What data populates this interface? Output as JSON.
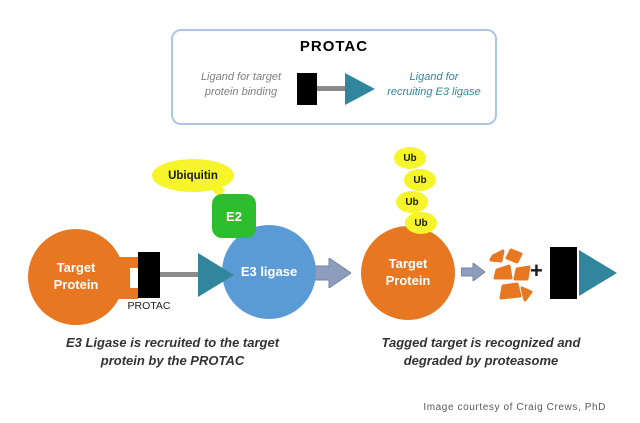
{
  "legend": {
    "title": "PROTAC",
    "left_label": "Ligand for target\nprotein binding",
    "right_label": "Ligand for\nrecruiting E3 ligase"
  },
  "left_scene": {
    "target_label": "Target\nProtein",
    "protac_label": "PROTAC",
    "e3_label": "E3 ligase",
    "e2_label": "E2",
    "ubiquitin_label": "Ubiquitin",
    "caption": "E3 Ligase is recruited to the target\nprotein by the PROTAC"
  },
  "right_scene": {
    "target_label": "Target\nProtein",
    "ub_labels": [
      "Ub",
      "Ub",
      "Ub",
      "Ub"
    ],
    "plus": "+",
    "caption": "Tagged target is recognized and\ndegraded by proteasome"
  },
  "credit": "Image courtesy of Craig Crews, PhD",
  "colors": {
    "orange": "#E87722",
    "blue": "#5B9BD5",
    "green": "#2DBE2D",
    "yellow": "#F5F52A",
    "teal": "#31859C",
    "arrow_gray_blue": "#8D9DBE"
  }
}
